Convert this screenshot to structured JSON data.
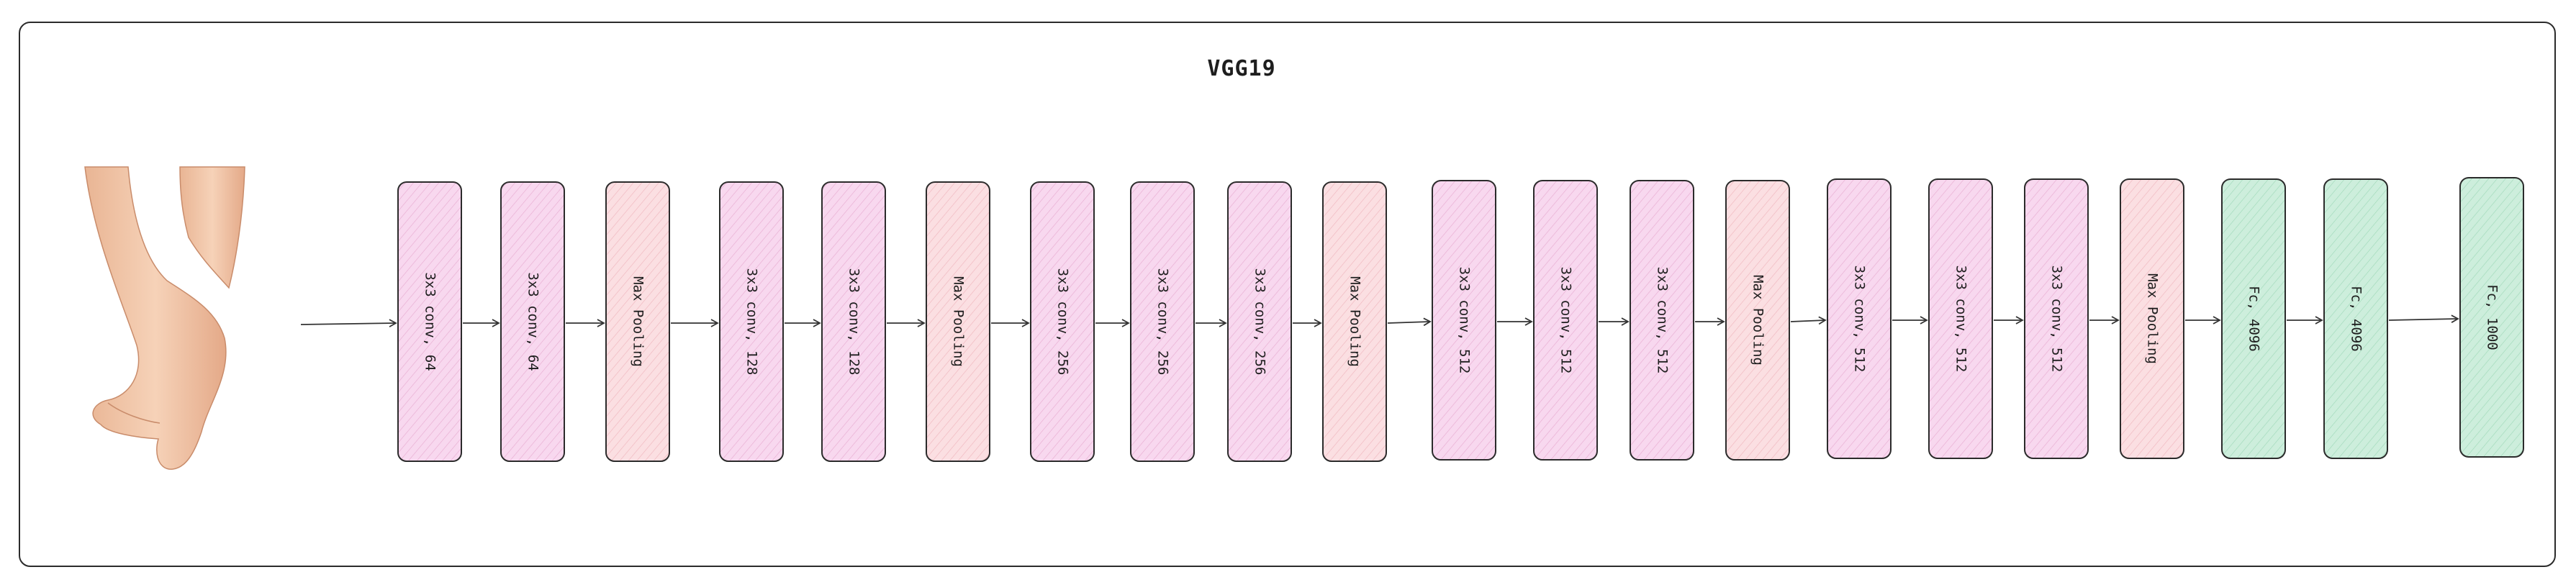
{
  "title": "VGG19",
  "input_image": {
    "icon": "feet-photo-icon"
  },
  "colors": {
    "conv": "#f8d8ef",
    "pool": "#fbdfe2",
    "fc": "#cdeedc",
    "stroke": "#2b2b2b",
    "hatch": "#e7a9cf"
  },
  "layers": [
    {
      "label": "3x3 conv, 64",
      "type": "conv"
    },
    {
      "label": "3x3 conv, 64",
      "type": "conv"
    },
    {
      "label": "Max Pooling",
      "type": "pool"
    },
    {
      "label": "3x3 conv, 128",
      "type": "conv"
    },
    {
      "label": "3x3 conv, 128",
      "type": "conv"
    },
    {
      "label": "Max Pooling",
      "type": "pool"
    },
    {
      "label": "3x3 conv, 256",
      "type": "conv"
    },
    {
      "label": "3x3 conv, 256",
      "type": "conv"
    },
    {
      "label": "3x3 conv, 256",
      "type": "conv"
    },
    {
      "label": "Max Pooling",
      "type": "pool"
    },
    {
      "label": "3x3 conv, 512",
      "type": "conv"
    },
    {
      "label": "3x3 conv, 512",
      "type": "conv"
    },
    {
      "label": "3x3 conv, 512",
      "type": "conv"
    },
    {
      "label": "Max Pooling",
      "type": "pool"
    },
    {
      "label": "3x3 conv, 512",
      "type": "conv"
    },
    {
      "label": "3x3 conv, 512",
      "type": "conv"
    },
    {
      "label": "3x3 conv, 512",
      "type": "conv"
    },
    {
      "label": "Max Pooling",
      "type": "pool"
    },
    {
      "label": "Fc, 4096",
      "type": "fc"
    },
    {
      "label": "Fc, 4096",
      "type": "fc"
    },
    {
      "label": "Fc, 1000",
      "type": "fc"
    }
  ]
}
